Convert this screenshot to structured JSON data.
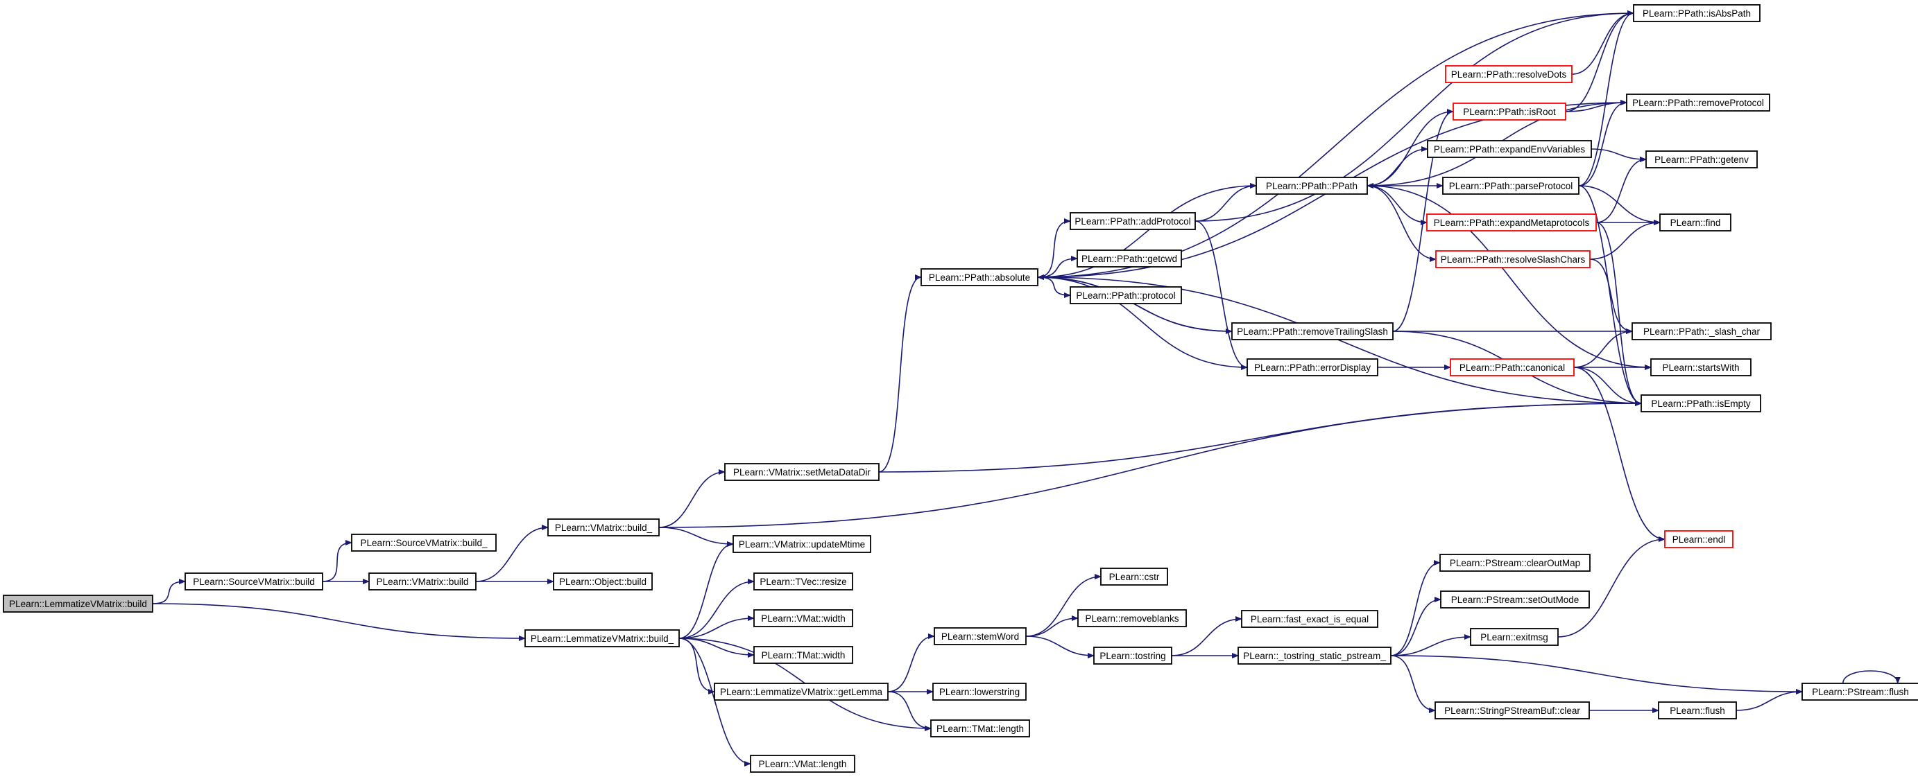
{
  "colors": {
    "edge": "#191970",
    "node_border": "#000000",
    "truncated_border": "#ff0000",
    "root_fill": "#bfbfbf",
    "background": "#ffffff"
  },
  "nodes": [
    {
      "id": "lemmatize_build",
      "label": "PLearn::LemmatizeVMatrix::build",
      "style": "root"
    },
    {
      "id": "source_build",
      "label": "PLearn::SourceVMatrix::build",
      "style": "normal"
    },
    {
      "id": "source_build_",
      "label": "PLearn::SourceVMatrix::build_",
      "style": "normal"
    },
    {
      "id": "vmatrix_build",
      "label": "PLearn::VMatrix::build",
      "style": "normal"
    },
    {
      "id": "vmatrix_build_",
      "label": "PLearn::VMatrix::build_",
      "style": "normal"
    },
    {
      "id": "object_build",
      "label": "PLearn::Object::build",
      "style": "normal"
    },
    {
      "id": "lemmatize_build_",
      "label": "PLearn::LemmatizeVMatrix::build_",
      "style": "normal"
    },
    {
      "id": "setmetadatadir",
      "label": "PLearn::VMatrix::setMetaDataDir",
      "style": "normal"
    },
    {
      "id": "updatemtime",
      "label": "PLearn::VMatrix::updateMtime",
      "style": "normal"
    },
    {
      "id": "tvec_resize",
      "label": "PLearn::TVec::resize",
      "style": "normal"
    },
    {
      "id": "vmat_width",
      "label": "PLearn::VMat::width",
      "style": "normal"
    },
    {
      "id": "tmat_width",
      "label": "PLearn::TMat::width",
      "style": "normal"
    },
    {
      "id": "getlemma",
      "label": "PLearn::LemmatizeVMatrix::getLemma",
      "style": "normal"
    },
    {
      "id": "vmat_length",
      "label": "PLearn::VMat::length",
      "style": "normal"
    },
    {
      "id": "absolute",
      "label": "PLearn::PPath::absolute",
      "style": "normal"
    },
    {
      "id": "addprotocol",
      "label": "PLearn::PPath::addProtocol",
      "style": "normal"
    },
    {
      "id": "getcwd",
      "label": "PLearn::PPath::getcwd",
      "style": "normal"
    },
    {
      "id": "protocol",
      "label": "PLearn::PPath::protocol",
      "style": "normal"
    },
    {
      "id": "stemword",
      "label": "PLearn::stemWord",
      "style": "normal"
    },
    {
      "id": "lowerstring",
      "label": "PLearn::lowerstring",
      "style": "normal"
    },
    {
      "id": "tmat_length",
      "label": "PLearn::TMat::length",
      "style": "normal"
    },
    {
      "id": "cstr",
      "label": "PLearn::cstr",
      "style": "normal"
    },
    {
      "id": "removeblanks",
      "label": "PLearn::removeblanks",
      "style": "normal"
    },
    {
      "id": "tostring",
      "label": "PLearn::tostring",
      "style": "normal"
    },
    {
      "id": "ppath_ppath",
      "label": "PLearn::PPath::PPath",
      "style": "normal"
    },
    {
      "id": "removetrailingslash",
      "label": "PLearn::PPath::removeTrailingSlash",
      "style": "normal"
    },
    {
      "id": "errordisplay",
      "label": "PLearn::PPath::errorDisplay",
      "style": "normal"
    },
    {
      "id": "fast_exact",
      "label": "PLearn::fast_exact_is_equal",
      "style": "normal"
    },
    {
      "id": "tostring_static",
      "label": "PLearn::_tostring_static_pstream_",
      "style": "normal"
    },
    {
      "id": "resolvedots",
      "label": "PLearn::PPath::resolveDots",
      "style": "truncated"
    },
    {
      "id": "isroot",
      "label": "PLearn::PPath::isRoot",
      "style": "truncated"
    },
    {
      "id": "expandenv",
      "label": "PLearn::PPath::expandEnvVariables",
      "style": "normal"
    },
    {
      "id": "parseprotocol",
      "label": "PLearn::PPath::parseProtocol",
      "style": "normal"
    },
    {
      "id": "expandmeta",
      "label": "PLearn::PPath::expandMetaprotocols",
      "style": "truncated"
    },
    {
      "id": "resolveslash",
      "label": "PLearn::PPath::resolveSlashChars",
      "style": "truncated"
    },
    {
      "id": "canonical",
      "label": "PLearn::PPath::canonical",
      "style": "truncated"
    },
    {
      "id": "clearoutmap",
      "label": "PLearn::PStream::clearOutMap",
      "style": "normal"
    },
    {
      "id": "setoutmode",
      "label": "PLearn::PStream::setOutMode",
      "style": "normal"
    },
    {
      "id": "exitmsg",
      "label": "PLearn::exitmsg",
      "style": "normal"
    },
    {
      "id": "spsb_clear",
      "label": "PLearn::StringPStreamBuf::clear",
      "style": "normal"
    },
    {
      "id": "isabspath",
      "label": "PLearn::PPath::isAbsPath",
      "style": "normal"
    },
    {
      "id": "removeprotocol",
      "label": "PLearn::PPath::removeProtocol",
      "style": "normal"
    },
    {
      "id": "getenv",
      "label": "PLearn::PPath::getenv",
      "style": "normal"
    },
    {
      "id": "find",
      "label": "PLearn::find",
      "style": "normal"
    },
    {
      "id": "slash_char",
      "label": "PLearn::PPath::_slash_char",
      "style": "normal"
    },
    {
      "id": "startswith",
      "label": "PLearn::startsWith",
      "style": "normal"
    },
    {
      "id": "isempty",
      "label": "PLearn::PPath::isEmpty",
      "style": "normal"
    },
    {
      "id": "endl",
      "label": "PLearn::endl",
      "style": "truncated"
    },
    {
      "id": "plearn_flush",
      "label": "PLearn::flush",
      "style": "normal"
    },
    {
      "id": "pstream_flush",
      "label": "PLearn::PStream::flush",
      "style": "normal"
    }
  ],
  "edges": [
    [
      "lemmatize_build",
      "source_build"
    ],
    [
      "lemmatize_build",
      "lemmatize_build_"
    ],
    [
      "source_build",
      "source_build_"
    ],
    [
      "source_build",
      "vmatrix_build"
    ],
    [
      "vmatrix_build",
      "vmatrix_build_"
    ],
    [
      "vmatrix_build",
      "object_build"
    ],
    [
      "vmatrix_build_",
      "setmetadatadir"
    ],
    [
      "vmatrix_build_",
      "updatemtime"
    ],
    [
      "vmatrix_build_",
      "isempty"
    ],
    [
      "setmetadatadir",
      "absolute"
    ],
    [
      "setmetadatadir",
      "isempty"
    ],
    [
      "lemmatize_build_",
      "updatemtime"
    ],
    [
      "lemmatize_build_",
      "tvec_resize"
    ],
    [
      "lemmatize_build_",
      "vmat_width"
    ],
    [
      "lemmatize_build_",
      "tmat_width"
    ],
    [
      "lemmatize_build_",
      "getlemma"
    ],
    [
      "lemmatize_build_",
      "tmat_length"
    ],
    [
      "lemmatize_build_",
      "vmat_length"
    ],
    [
      "getlemma",
      "stemword"
    ],
    [
      "getlemma",
      "lowerstring"
    ],
    [
      "getlemma",
      "tmat_length"
    ],
    [
      "stemword",
      "cstr"
    ],
    [
      "stemword",
      "removeblanks"
    ],
    [
      "stemword",
      "tostring"
    ],
    [
      "tostring",
      "fast_exact"
    ],
    [
      "tostring",
      "tostring_static"
    ],
    [
      "tostring_static",
      "clearoutmap"
    ],
    [
      "tostring_static",
      "setoutmode"
    ],
    [
      "tostring_static",
      "exitmsg"
    ],
    [
      "tostring_static",
      "spsb_clear"
    ],
    [
      "tostring_static",
      "pstream_flush"
    ],
    [
      "exitmsg",
      "endl"
    ],
    [
      "spsb_clear",
      "plearn_flush"
    ],
    [
      "plearn_flush",
      "pstream_flush"
    ],
    [
      "pstream_flush",
      "pstream_flush"
    ],
    [
      "absolute",
      "addprotocol"
    ],
    [
      "absolute",
      "getcwd"
    ],
    [
      "absolute",
      "protocol"
    ],
    [
      "absolute",
      "ppath_ppath"
    ],
    [
      "absolute",
      "removetrailingslash"
    ],
    [
      "absolute",
      "isempty"
    ],
    [
      "absolute",
      "isabspath"
    ],
    [
      "absolute",
      "removeprotocol"
    ],
    [
      "addprotocol",
      "ppath_ppath"
    ],
    [
      "addprotocol",
      "errordisplay"
    ],
    [
      "addprotocol",
      "isabspath"
    ],
    [
      "errordisplay",
      "absolute"
    ],
    [
      "errordisplay",
      "canonical"
    ],
    [
      "removetrailingslash",
      "absolute"
    ],
    [
      "removetrailingslash",
      "isroot"
    ],
    [
      "removetrailingslash",
      "slash_char"
    ],
    [
      "removetrailingslash",
      "isempty"
    ],
    [
      "ppath_ppath",
      "expandenv"
    ],
    [
      "ppath_ppath",
      "parseprotocol"
    ],
    [
      "ppath_ppath",
      "expandmeta"
    ],
    [
      "ppath_ppath",
      "resolveslash"
    ],
    [
      "ppath_ppath",
      "startswith"
    ],
    [
      "isroot",
      "ppath_ppath"
    ],
    [
      "isroot",
      "isabspath"
    ],
    [
      "isroot",
      "removeprotocol"
    ],
    [
      "resolvedots",
      "isabspath"
    ],
    [
      "expandenv",
      "getenv"
    ],
    [
      "parseprotocol",
      "removeprotocol"
    ],
    [
      "parseprotocol",
      "find"
    ],
    [
      "parseprotocol",
      "isempty"
    ],
    [
      "parseprotocol",
      "isabspath"
    ],
    [
      "expandmeta",
      "find"
    ],
    [
      "expandmeta",
      "getenv"
    ],
    [
      "expandmeta",
      "isempty"
    ],
    [
      "resolveslash",
      "find"
    ],
    [
      "resolveslash",
      "slash_char"
    ],
    [
      "canonical",
      "slash_char"
    ],
    [
      "canonical",
      "startswith"
    ],
    [
      "canonical",
      "isempty"
    ],
    [
      "canonical",
      "endl"
    ],
    [
      "removeprotocol",
      "ppath_ppath"
    ]
  ]
}
